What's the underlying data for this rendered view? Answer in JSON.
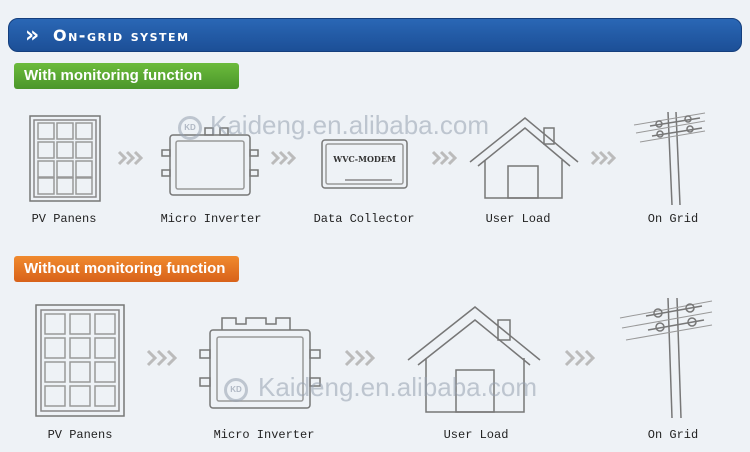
{
  "header": {
    "title": "On-grid system",
    "icon": "double-chevron-icon"
  },
  "sections": {
    "with": {
      "badge": "With monitoring function",
      "badge_color": "#5aa832",
      "items": [
        {
          "label": "PV Panens",
          "icon": "solar-panel-icon"
        },
        {
          "label": "Micro Inverter",
          "icon": "micro-inverter-icon"
        },
        {
          "label": "Data Collector",
          "icon": "data-collector-icon",
          "device_text": "WVC-MODEM"
        },
        {
          "label": "User Load",
          "icon": "house-icon"
        },
        {
          "label": "On Grid",
          "icon": "power-pole-icon"
        }
      ]
    },
    "without": {
      "badge": "Without monitoring function",
      "badge_color": "#e6741f",
      "items": [
        {
          "label": "PV Panens",
          "icon": "solar-panel-icon"
        },
        {
          "label": "Micro Inverter",
          "icon": "micro-inverter-icon"
        },
        {
          "label": "User Load",
          "icon": "house-icon"
        },
        {
          "label": "On Grid",
          "icon": "power-pole-icon"
        }
      ]
    }
  },
  "watermark": {
    "text": "Kaideng.en.alibaba.com",
    "logo_text": "KD"
  }
}
